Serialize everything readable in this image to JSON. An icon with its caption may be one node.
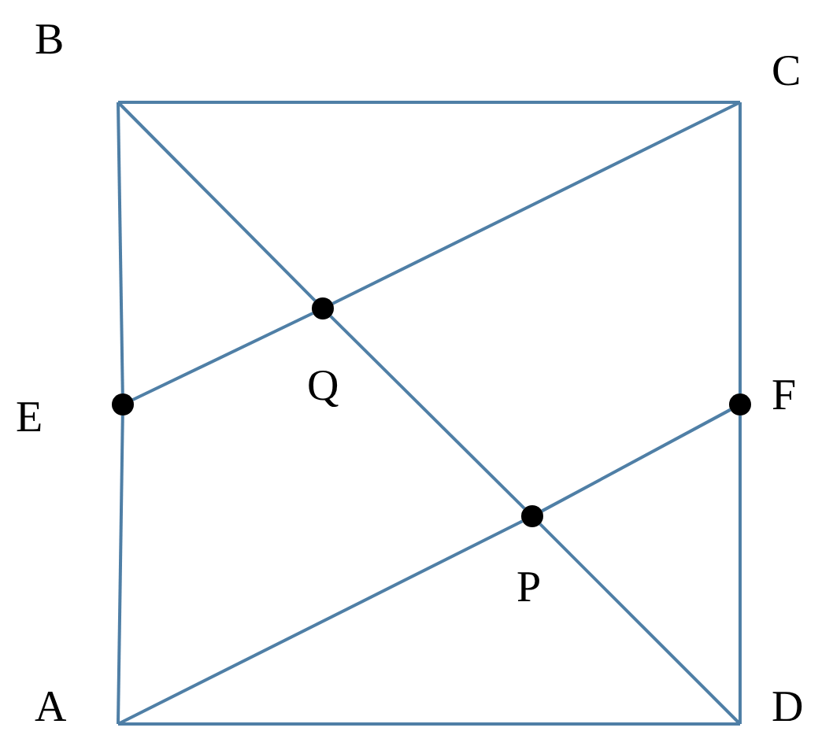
{
  "diagram": {
    "nodes": [
      {
        "text": [
          "B"
        ]
      },
      {
        "text": [
          "C"
        ]
      },
      {
        "text": [
          "E"
        ]
      },
      {
        "text": [
          "Q"
        ]
      },
      {
        "text": [
          "F"
        ]
      },
      {
        "text": [
          "P"
        ]
      },
      {
        "text": [
          "A"
        ]
      },
      {
        "text": [
          "D"
        ]
      }
    ],
    "edges": [
      {
        "from": 0,
        "to": 1,
        "arrow": "none"
      },
      {
        "from": 0,
        "to": 2,
        "arrow": "none"
      },
      {
        "from": 2,
        "to": 6,
        "arrow": "none"
      },
      {
        "from": 6,
        "to": 7,
        "arrow": "none"
      },
      {
        "from": 1,
        "to": 4,
        "arrow": "none"
      },
      {
        "from": 4,
        "to": 7,
        "arrow": "none"
      },
      {
        "from": 0,
        "to": 3,
        "arrow": "none"
      },
      {
        "from": 3,
        "to": 5,
        "arrow": "none"
      },
      {
        "from": 5,
        "to": 7,
        "arrow": "none"
      },
      {
        "from": 2,
        "to": 3,
        "arrow": "none"
      },
      {
        "from": 3,
        "to": 1,
        "arrow": "none"
      },
      {
        "from": 6,
        "to": 5,
        "arrow": "none"
      },
      {
        "from": 5,
        "to": 4,
        "arrow": "none"
      }
    ]
  }
}
